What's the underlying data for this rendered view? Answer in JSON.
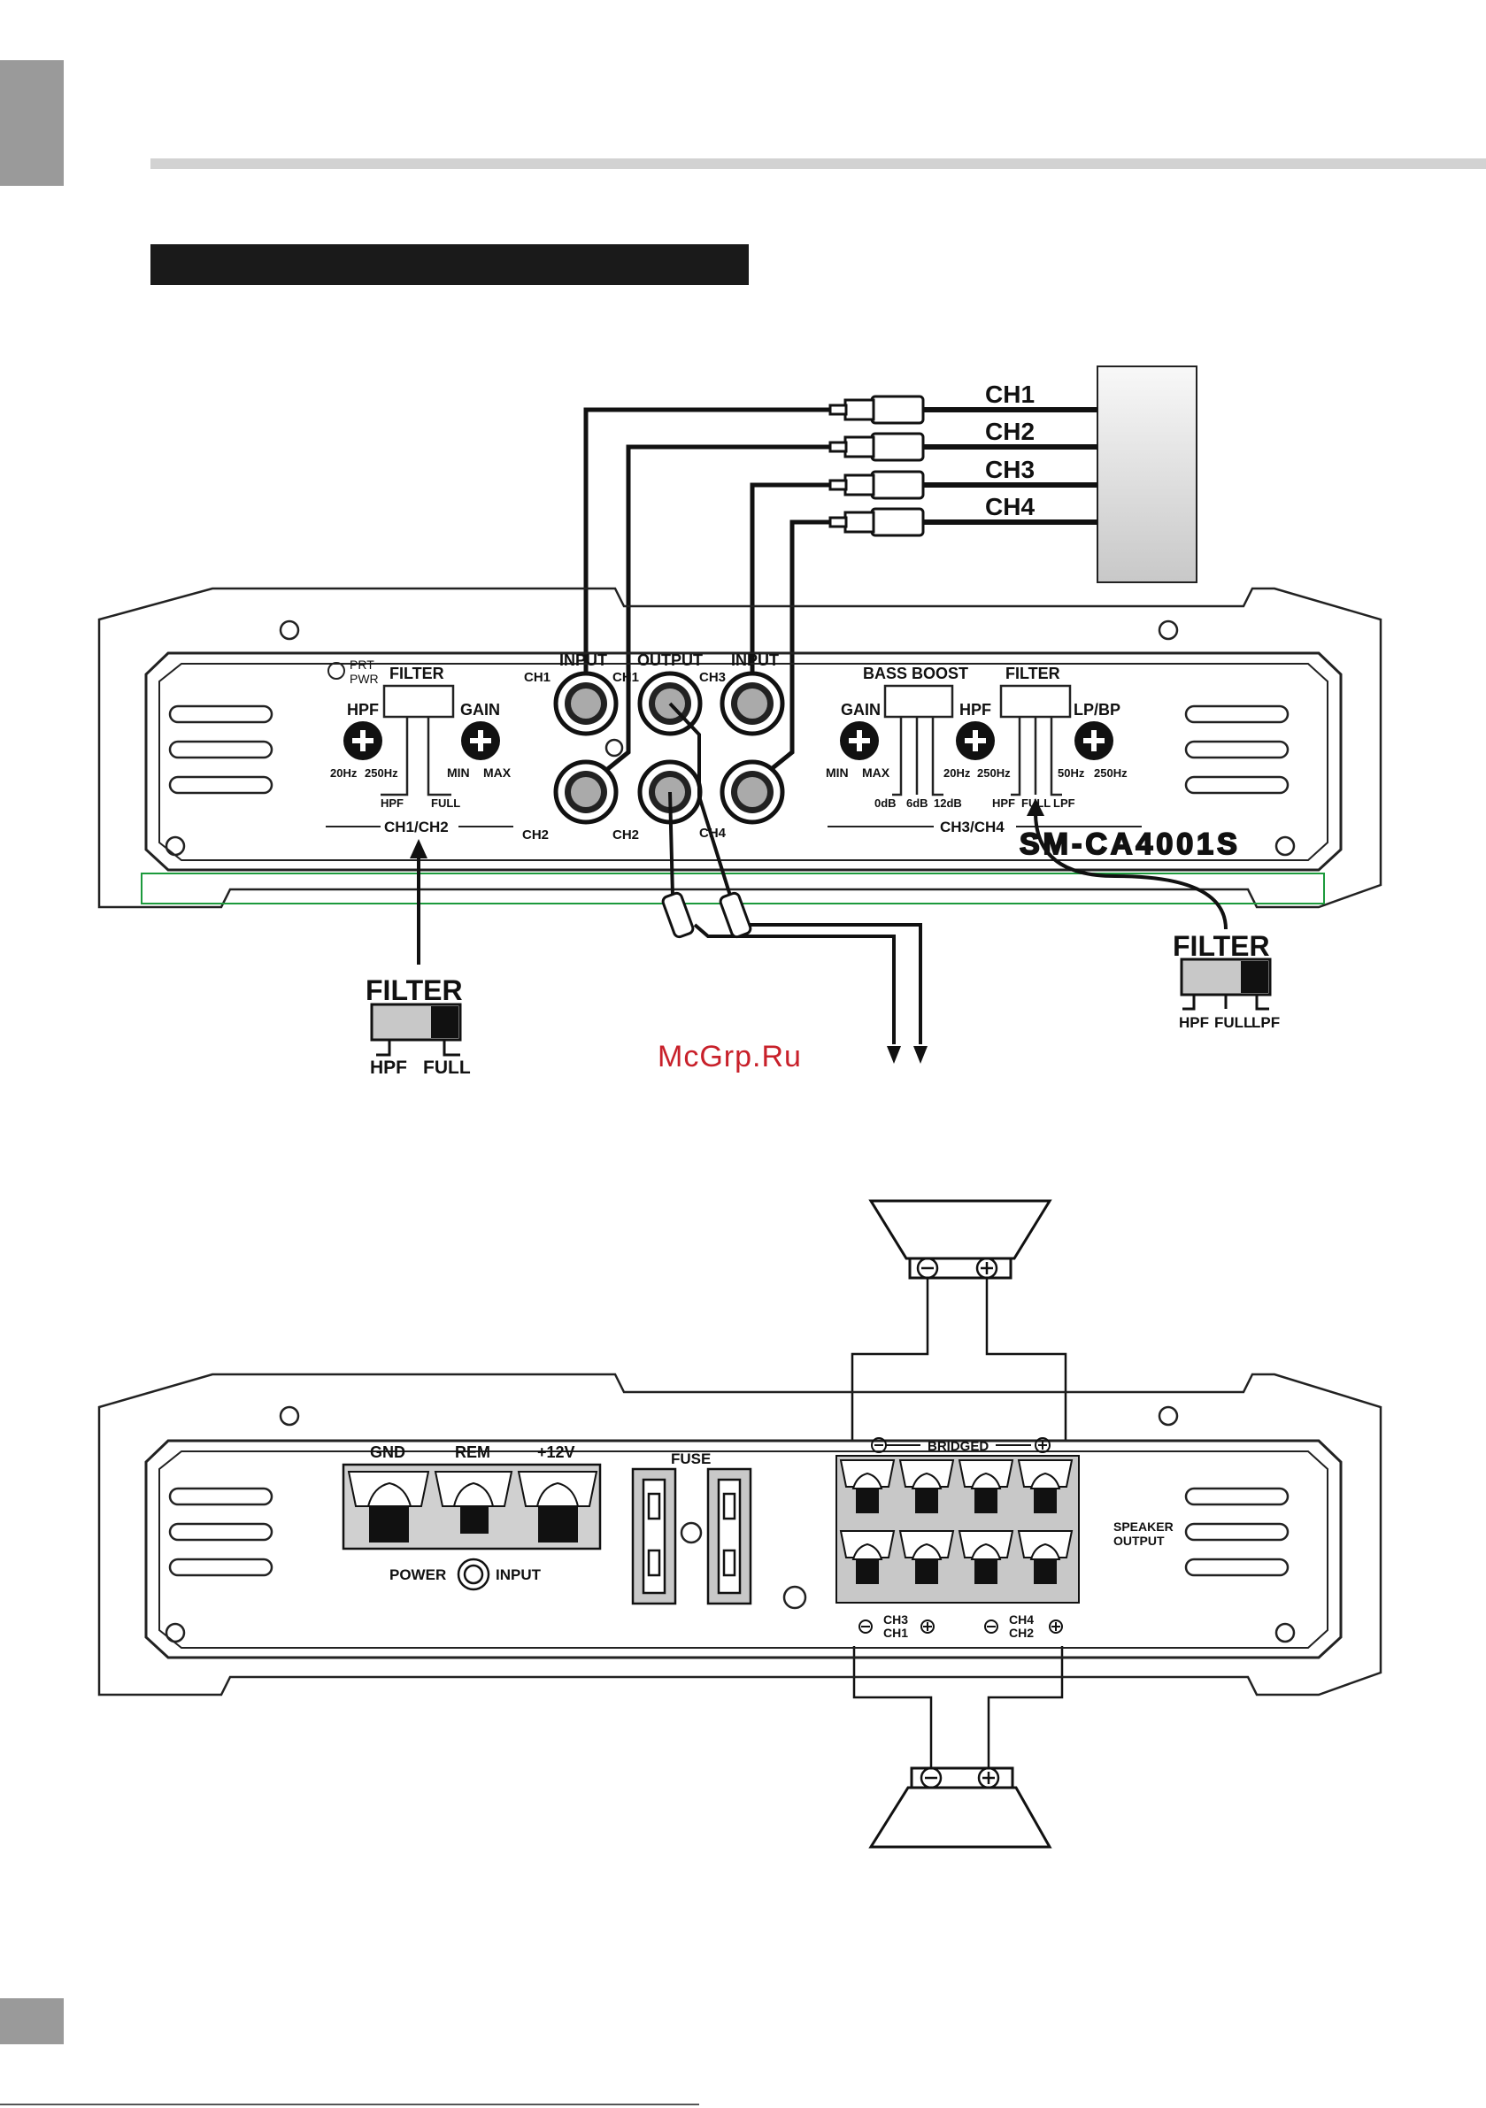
{
  "watermark": "McGrp.Ru",
  "sources": {
    "ch1": "CH1",
    "ch2": "CH2",
    "ch3": "CH3",
    "ch4": "CH4"
  },
  "top_panel": {
    "prt": "PRT",
    "pwr": "PWR",
    "filter_left": "FILTER",
    "hpf": "HPF",
    "gain": "GAIN",
    "hz20": "20Hz",
    "hz250": "250Hz",
    "min": "MIN",
    "max": "MAX",
    "sw_hpf": "HPF",
    "sw_full": "FULL",
    "group_left": "CH1/CH2",
    "input_a": "INPUT",
    "output": "OUTPUT",
    "input_b": "INPUT",
    "rca_ch1a": "CH1",
    "rca_ch1b": "CH1",
    "rca_ch3": "CH3",
    "rca_ch2a": "CH2",
    "rca_ch2b": "CH2",
    "rca_ch4": "CH4",
    "bass_boost": "BASS BOOST",
    "gain_r": "GAIN",
    "min_r": "MIN",
    "max_r": "MAX",
    "db0": "0dB",
    "db6": "6dB",
    "db12": "12dB",
    "filter_right": "FILTER",
    "hpf_r": "HPF",
    "lpbp": "LP/BP",
    "hz20_r": "20Hz",
    "hz250_r": "250Hz",
    "hz50": "50Hz",
    "hz250_r2": "250Hz",
    "sw3_hpf": "HPF",
    "sw3_full": "FULL",
    "sw3_lpf": "LPF",
    "group_right": "CH3/CH4",
    "model": "SM-CA4001S"
  },
  "callout_left": {
    "title": "FILTER",
    "opt1": "HPF",
    "opt2": "FULL"
  },
  "callout_right": {
    "title": "FILTER",
    "opt1": "HPF",
    "opt2": "FULL",
    "opt3": "LPF"
  },
  "bottom_panel": {
    "gnd": "GND",
    "rem": "REM",
    "v12": "+12V",
    "power": "POWER",
    "input": "INPUT",
    "fuse": "FUSE",
    "bridged": "BRIDGED",
    "ch3": "CH3",
    "ch1": "CH1",
    "ch4": "CH4",
    "ch2": "CH2",
    "speaker": "SPEAKER",
    "output": "OUTPUT"
  }
}
